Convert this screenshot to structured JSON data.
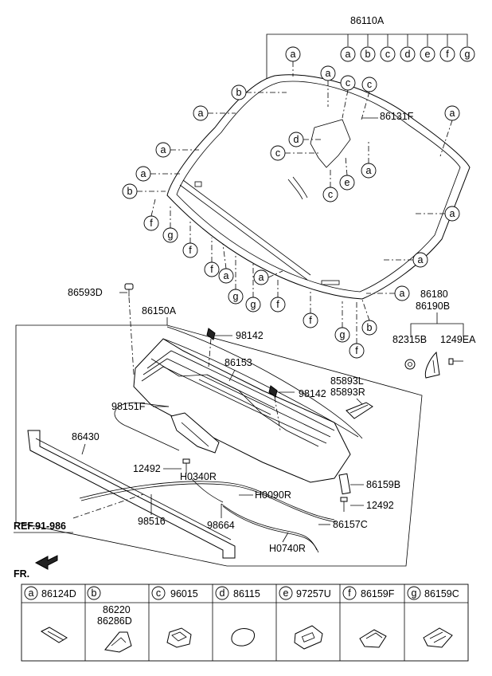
{
  "labels": {
    "main_assembly": "86110A",
    "main_sub": [
      "a",
      "b",
      "c",
      "d",
      "e",
      "f",
      "g"
    ],
    "glass": "86131F",
    "cowl_assembly": "86150A",
    "cowl_top": "86153",
    "grommet": "86593D",
    "clip_98142_a": "98142",
    "clip_98142_b": "98142",
    "seal_l": "85893L",
    "seal_r": "85893R",
    "bracket_98151f": "98151F",
    "screw_12492_a": "12492",
    "screw_12492_b": "12492",
    "strip_86430": "86430",
    "hose_h0340r": "H0340R",
    "hose_h0090r": "H0090R",
    "hose_h0740r": "H0740R",
    "part_86159b": "86159B",
    "part_86157c": "86157C",
    "part_98516": "98516",
    "part_98664": "98664",
    "ref": "REF.91-986",
    "fr": "FR.",
    "garnish_1": "86180",
    "garnish_2": "86190B",
    "nut": "82315B",
    "screw_1249ea": "1249EA"
  },
  "legend": [
    {
      "letter": "a",
      "part": "86124D"
    },
    {
      "letter": "b",
      "part": "",
      "part_lines": [
        "86220",
        "86286D"
      ]
    },
    {
      "letter": "c",
      "part": "96015"
    },
    {
      "letter": "d",
      "part": "86115"
    },
    {
      "letter": "e",
      "part": "97257U"
    },
    {
      "letter": "f",
      "part": "86159F"
    },
    {
      "letter": "g",
      "part": "86159C"
    }
  ]
}
